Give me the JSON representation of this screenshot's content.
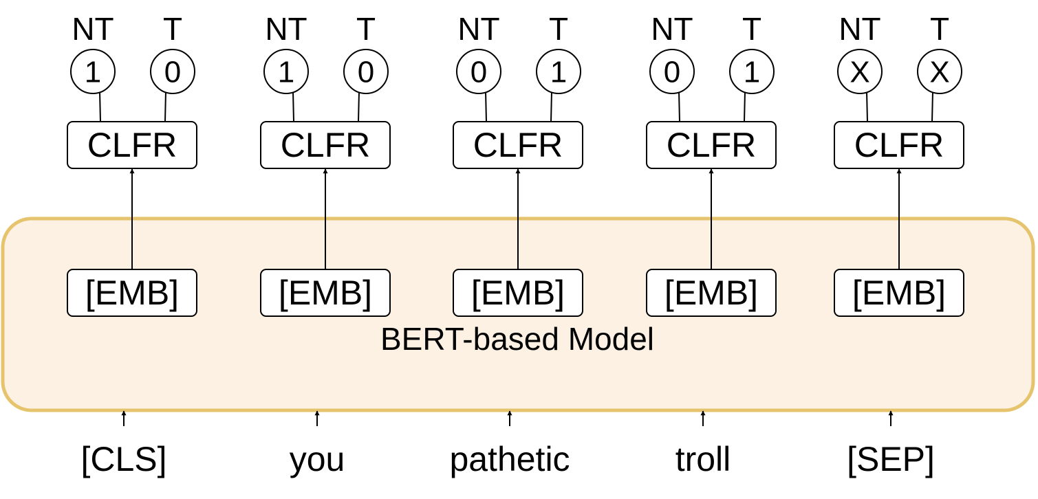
{
  "model_label": "BERT-based Model",
  "columns": [
    {
      "token": "[CLS]",
      "embedding_label": "[EMB]",
      "classifier_label": "CLFR",
      "outputs": [
        {
          "head": "NT",
          "value": "1"
        },
        {
          "head": "T",
          "value": "0"
        }
      ]
    },
    {
      "token": "you",
      "embedding_label": "[EMB]",
      "classifier_label": "CLFR",
      "outputs": [
        {
          "head": "NT",
          "value": "1"
        },
        {
          "head": "T",
          "value": "0"
        }
      ]
    },
    {
      "token": "pathetic",
      "embedding_label": "[EMB]",
      "classifier_label": "CLFR",
      "outputs": [
        {
          "head": "NT",
          "value": "0"
        },
        {
          "head": "T",
          "value": "1"
        }
      ]
    },
    {
      "token": "troll",
      "embedding_label": "[EMB]",
      "classifier_label": "CLFR",
      "outputs": [
        {
          "head": "NT",
          "value": "0"
        },
        {
          "head": "T",
          "value": "1"
        }
      ]
    },
    {
      "token": "[SEP]",
      "embedding_label": "[EMB]",
      "classifier_label": "CLFR",
      "outputs": [
        {
          "head": "NT",
          "value": "X"
        },
        {
          "head": "T",
          "value": "X"
        }
      ]
    }
  ]
}
